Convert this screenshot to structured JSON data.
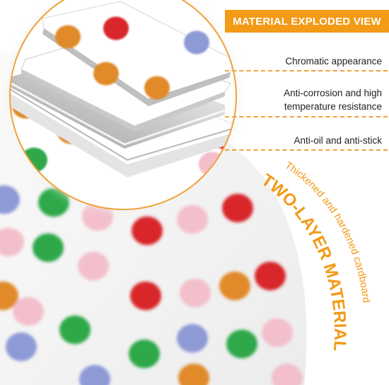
{
  "banner": {
    "label": "MATERIAL EXPLODED VIEW"
  },
  "callouts": [
    {
      "label": "Chromatic appearance"
    },
    {
      "label": "Anti-corrosion and high temperature resistance",
      "line1": "Anti-corrosion and high",
      "line2": "temperature resistance"
    },
    {
      "label": "Anti-oil and anti-stick"
    }
  ],
  "curved_labels": {
    "subtitle": "Thickened and hardened cardboard",
    "title": "TWO-LAYER MATERIAL"
  },
  "colors": {
    "accent": "#f39a16",
    "dot_red": "#d8262c",
    "dot_green": "#2fa84a",
    "dot_orange": "#e08a2c",
    "dot_blue": "#8e9ad6",
    "dot_pink": "#f3bfcb"
  }
}
